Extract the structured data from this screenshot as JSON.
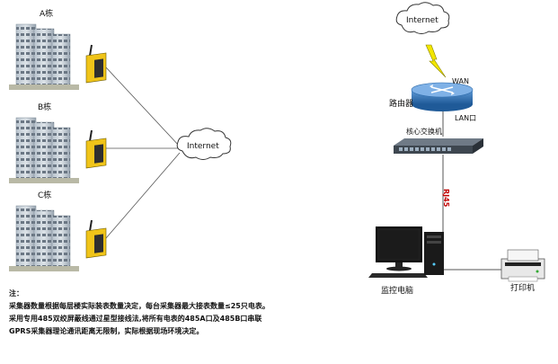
{
  "buildings": [
    {
      "label": "A栋"
    },
    {
      "label": "B栋"
    },
    {
      "label": "C栋"
    }
  ],
  "internet_left": "Internet",
  "internet_right": "Internet",
  "wan_label": "WAN",
  "router_label": "路由器",
  "lan_label": "LAN口",
  "switch_label": "核心交换机",
  "rj45_label": "RJ45",
  "pc_label": "监控电脑",
  "printer_label": "打印机",
  "notes": {
    "title": "注：",
    "line1": "采集器数量根据每层楼实际装表数量决定，每台采集器最大接表数量≤25只电表。",
    "line2": "采用专用485双绞屏蔽线通过星型接线法,将所有电表的485A口及485B口串联",
    "line3": "GPRS采集器理论通讯距离无限制，实际根据现场环境决定。"
  },
  "colors": {
    "building": "#c9d3dc",
    "building_dark": "#8e9aa6",
    "device_yellow": "#f0c419",
    "router": "#3a78b8",
    "rj45": "#c00000"
  }
}
